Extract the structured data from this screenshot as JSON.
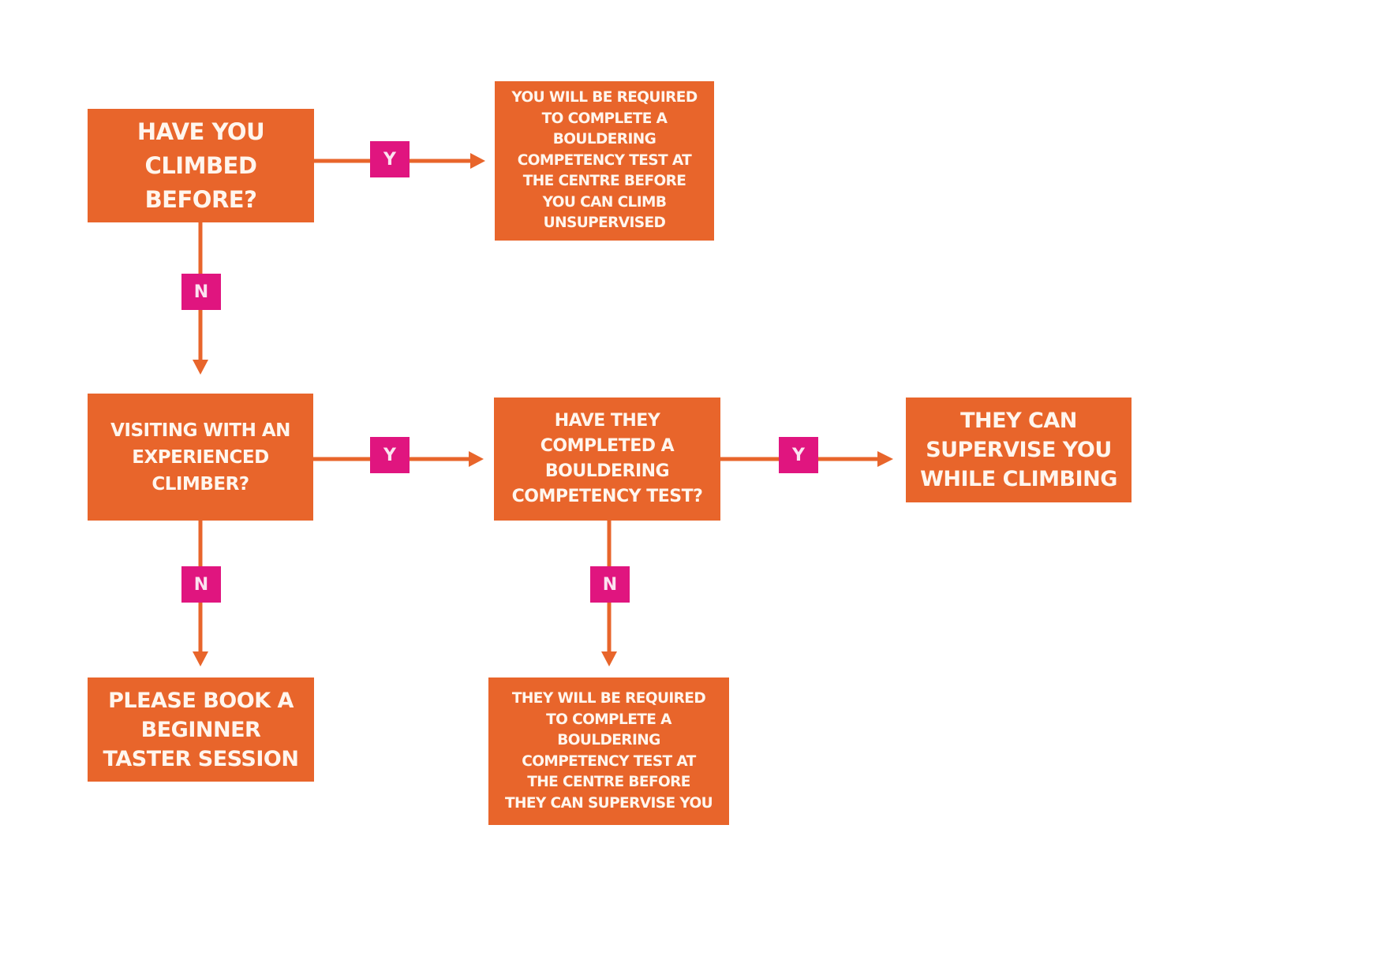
{
  "colors": {
    "box": "#E8652B",
    "badge": "#E0157F",
    "text": "#FFF6EE",
    "connector": "#E8652B"
  },
  "nodes": {
    "q1": {
      "lines": [
        "HAVE YOU",
        "CLIMBED",
        "BEFORE?"
      ]
    },
    "r1": {
      "lines": [
        "YOU WILL BE REQUIRED",
        "TO COMPLETE A",
        "BOULDERING",
        "COMPETENCY TEST AT",
        "THE CENTRE BEFORE",
        "YOU CAN CLIMB",
        "UNSUPERVISED"
      ]
    },
    "q2": {
      "lines": [
        "VISITING WITH AN",
        "EXPERIENCED",
        "CLIMBER?"
      ]
    },
    "q3": {
      "lines": [
        "HAVE THEY",
        "COMPLETED A",
        "BOULDERING",
        "COMPETENCY TEST?"
      ]
    },
    "r2": {
      "lines": [
        "THEY CAN",
        "SUPERVISE YOU",
        "WHILE CLIMBING"
      ]
    },
    "r3": {
      "lines": [
        "PLEASE BOOK A",
        "BEGINNER",
        "TASTER SESSION"
      ]
    },
    "r4": {
      "lines": [
        "THEY WILL BE REQUIRED",
        "TO COMPLETE A",
        "BOULDERING",
        "COMPETENCY TEST AT",
        "THE CENTRE BEFORE",
        "THEY CAN SUPERVISE YOU"
      ]
    }
  },
  "edges": {
    "q1_yes": {
      "label": "Y"
    },
    "q1_no": {
      "label": "N"
    },
    "q2_yes": {
      "label": "Y"
    },
    "q2_no": {
      "label": "N"
    },
    "q3_yes": {
      "label": "Y"
    },
    "q3_no": {
      "label": "N"
    }
  }
}
